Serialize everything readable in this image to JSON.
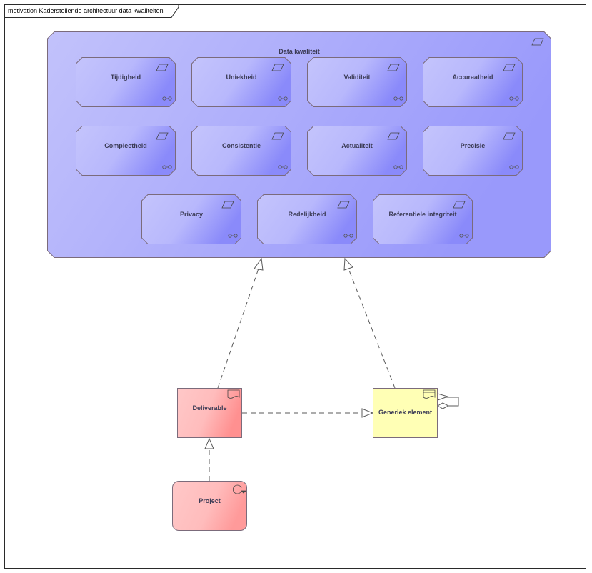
{
  "diagram": {
    "frame_title": "motivation Kaderstellende architectuur data kwaliteiten",
    "group": {
      "title": "Data kwaliteit"
    },
    "principles": [
      {
        "label": "Tijdigheid"
      },
      {
        "label": "Uniekheid"
      },
      {
        "label": "Validiteit"
      },
      {
        "label": "Accuraatheid"
      },
      {
        "label": "Compleetheid"
      },
      {
        "label": "Consistentie"
      },
      {
        "label": "Actualiteit"
      },
      {
        "label": "Precisie"
      },
      {
        "label": "Privacy"
      },
      {
        "label": "Redelijkheid"
      },
      {
        "label": "Referentiele integriteit"
      }
    ],
    "deliverable": {
      "label": "Deliverable",
      "icon": "deliverable-icon"
    },
    "generic": {
      "label": "Generiek element",
      "icon": "representation-icon"
    },
    "project": {
      "label": "Project",
      "icon": "work-package-icon"
    },
    "colors": {
      "group_fill_start": "#c2c2fb",
      "group_fill_end": "#9999fb",
      "deliverable_fill_start": "#ffc8c8",
      "deliverable_fill_end": "#ff9c9c",
      "generic_fill": "#ffffb5",
      "stroke": "#7b6b7b"
    }
  }
}
